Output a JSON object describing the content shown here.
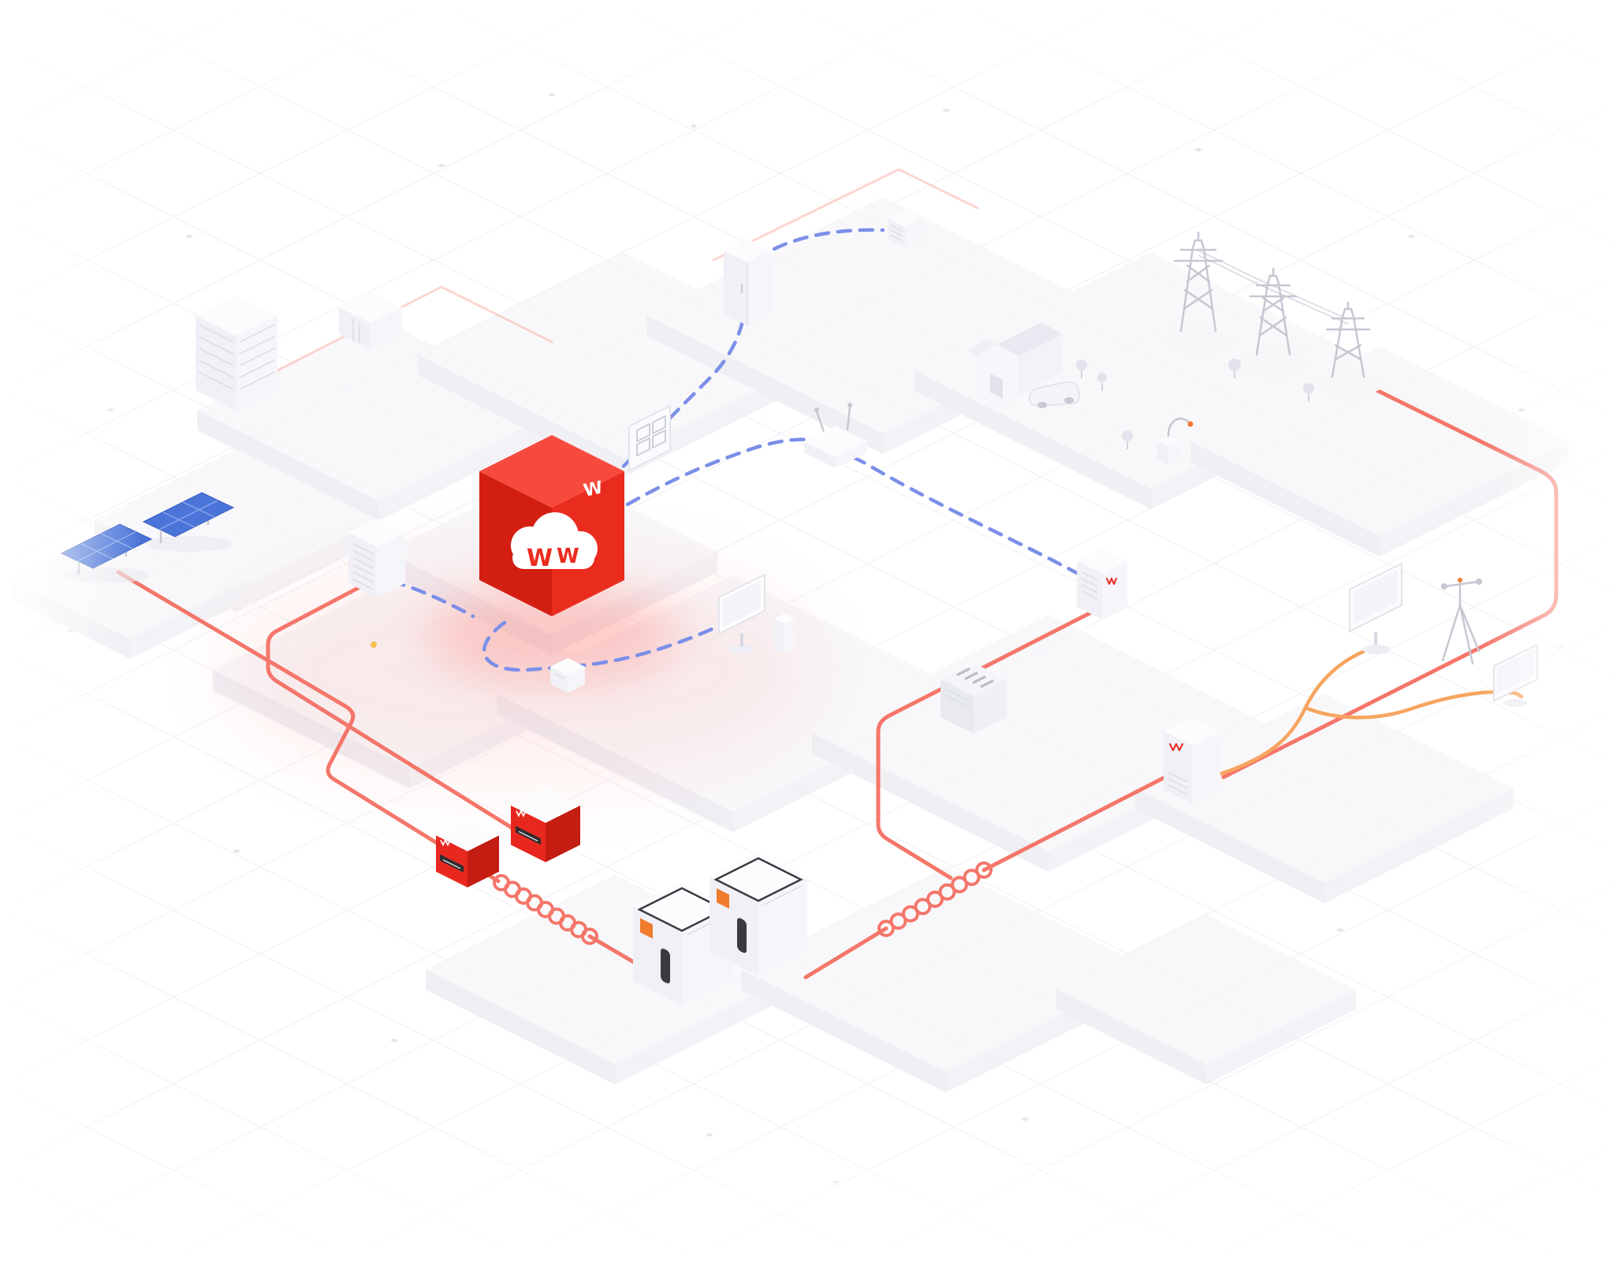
{
  "title": "Isometric energy management ecosystem illustration",
  "logo": {
    "letter": "W"
  },
  "colors": {
    "background": "#ffffff",
    "grid_line": "#e6e6ee",
    "platform_top": "#f7f7fa",
    "platform_left": "#ededf3",
    "platform_right": "#f2f2f6",
    "cube_top": "#f64a3c",
    "cube_left": "#d31f12",
    "cube_right": "#ea2c1e",
    "cube_glow": "#ff4a3c",
    "line_red": "#f4766a",
    "line_orange": "#f6a55f",
    "line_blue": "#7b8fe8",
    "solar_blue": "#4a74d8",
    "solar_blue_light": "#8aa6ee",
    "device_red": "#e8281e",
    "device_orange": "#f07c2e",
    "metal_gray": "#c7c7d2",
    "detail_gray": "#dcdfe8",
    "dark_slot": "#3a3a40",
    "indicator_yellow": "#f6c04e"
  },
  "diagram": {
    "nodes": [
      {
        "id": "solar-array",
        "type": "generation"
      },
      {
        "id": "office-building",
        "type": "consumer"
      },
      {
        "id": "warehouse",
        "type": "consumer"
      },
      {
        "id": "cloud-cube",
        "type": "energy-platform"
      },
      {
        "id": "control-cabinet",
        "type": "device"
      },
      {
        "id": "breaker-panel",
        "type": "device"
      },
      {
        "id": "server-unit",
        "type": "device"
      },
      {
        "id": "rooftop-unit",
        "type": "device"
      },
      {
        "id": "wifi-router",
        "type": "communications"
      },
      {
        "id": "house-with-ev",
        "type": "consumer"
      },
      {
        "id": "ev-charger",
        "type": "device"
      },
      {
        "id": "transmission-towers",
        "type": "grid"
      },
      {
        "id": "battery-cabinet",
        "type": "storage"
      },
      {
        "id": "desktop-computer",
        "type": "monitoring"
      },
      {
        "id": "junction-box",
        "type": "device"
      },
      {
        "id": "transformer",
        "type": "device"
      },
      {
        "id": "hybrid-inverter",
        "type": "device"
      },
      {
        "id": "display-screen-left",
        "type": "monitoring"
      },
      {
        "id": "weather-station",
        "type": "sensor"
      },
      {
        "id": "display-screen-right",
        "type": "monitoring"
      },
      {
        "id": "red-inverter-small",
        "type": "device"
      },
      {
        "id": "red-inverter-large",
        "type": "device"
      },
      {
        "id": "battery-container-left",
        "type": "storage"
      },
      {
        "id": "battery-container-right",
        "type": "storage"
      }
    ],
    "edges": [
      {
        "from": "solar-array",
        "to": "red-inverter-large",
        "style": "power-red"
      },
      {
        "from": "control-cabinet",
        "to": "red-inverter-small",
        "style": "power-red"
      },
      {
        "from": "red-inverter-large",
        "to": "battery-container-left",
        "style": "power-red-coil"
      },
      {
        "from": "battery-container-right",
        "to": "hybrid-inverter",
        "style": "power-red-coil"
      },
      {
        "from": "transmission-towers",
        "to": "hybrid-inverter",
        "style": "power-red"
      },
      {
        "from": "battery-cabinet",
        "to": "transformer",
        "style": "power-red"
      },
      {
        "from": "cloud-cube",
        "to": "wifi-router",
        "style": "data-blue-dashed"
      },
      {
        "from": "wifi-router",
        "to": "battery-cabinet",
        "style": "data-blue-dashed"
      },
      {
        "from": "cloud-cube",
        "to": "server-unit",
        "style": "data-blue-dashed"
      },
      {
        "from": "cloud-cube",
        "to": "desktop-computer",
        "style": "data-blue-dashed"
      },
      {
        "from": "hybrid-inverter",
        "to": "display-screen-left",
        "style": "power-orange"
      },
      {
        "from": "hybrid-inverter",
        "to": "weather-station",
        "style": "power-orange"
      }
    ]
  }
}
